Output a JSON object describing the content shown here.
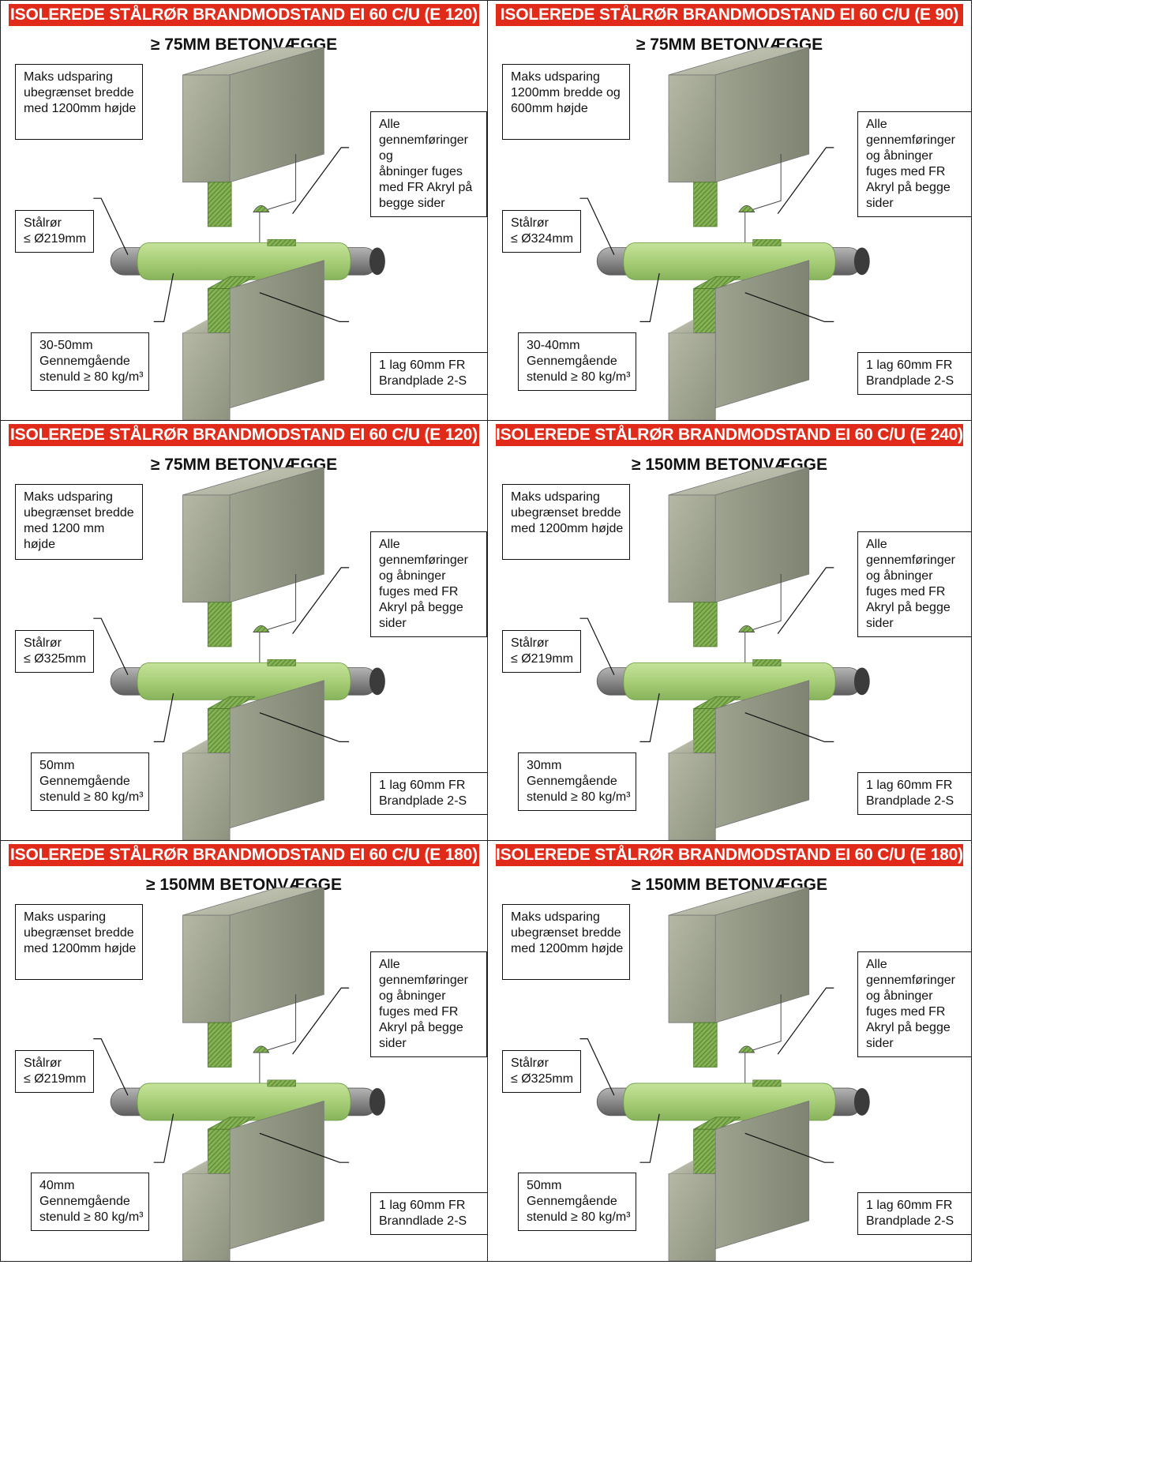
{
  "colors": {
    "banner": "#e02a1a",
    "concrete": "#a9ad98",
    "insulation": "#a9cf76",
    "firebaord": "#7aa84a",
    "pipe": "#8c8c8c"
  },
  "panels": [
    {
      "banner": "ISOLEREDE STÅLRØR BRANDMODSTAND EI 60 C/U (E 120)",
      "wall": "≥ 75MM BETONVÆGGE",
      "opening": "Maks udsparing\nubegrænset bredde\nmed 1200mm højde",
      "pipe": "Stålrør\n≤ Ø219mm",
      "insulation": "30-50mm\nGennemgående\nstenuld ≥ 80 kg/m³",
      "sealant": "Alle\ngennemføringer og\nåbninger fuges\nmed FR Akryl på\nbegge sider",
      "board": "1 lag 60mm FR\nBrandplade 2-S"
    },
    {
      "banner": "ISOLEREDE STÅLRØR BRANDMODSTAND EI 60 C/U (E 90)",
      "wall": "≥ 75MM BETONVÆGGE",
      "opening": "Maks udsparing\n1200mm bredde og\n600mm højde",
      "pipe": "Stålrør\n≤ Ø324mm",
      "insulation": "30-40mm\nGennemgående\nstenuld ≥ 80 kg/m³",
      "sealant": "Alle\ngennemføringer\nog åbninger\nfuges med FR\nAkryl på begge\nsider",
      "board": "1 lag 60mm FR\nBrandplade 2-S"
    },
    {
      "banner": "ISOLEREDE STÅLRØR BRANDMODSTAND EI 60 C/U (E 120)",
      "wall": "≥ 75MM BETONVÆGGE",
      "opening": "Maks udsparing\nubegrænset bredde\nmed 1200 mm højde",
      "pipe": "Stålrør\n≤ Ø325mm",
      "insulation": "50mm\nGennemgående\nstenuld ≥ 80 kg/m³",
      "sealant": "Alle\ngennemføringer\nog åbninger\nfuges med FR\nAkryl på begge\nsider",
      "board": "1 lag 60mm FR\nBrandplade 2-S"
    },
    {
      "banner": "ISOLEREDE STÅLRØR BRANDMODSTAND EI 60 C/U (E 240)",
      "wall": "≥ 150MM BETONVÆGGE",
      "opening": "Maks udsparing\nubegrænset bredde\nmed 1200mm højde",
      "pipe": "Stålrør\n≤ Ø219mm",
      "insulation": "30mm\nGennemgående\nstenuld ≥ 80 kg/m³",
      "sealant": "Alle\ngennemføringer\nog åbninger\nfuges med FR\nAkryl på begge\nsider",
      "board": "1 lag 60mm FR\nBrandplade 2-S"
    },
    {
      "banner": "ISOLEREDE STÅLRØR BRANDMODSTAND EI 60 C/U (E 180)",
      "wall": "≥ 150MM BETONVÆGGE",
      "opening": "Maks usparing\nubegrænset bredde\nmed 1200mm højde",
      "pipe": "Stålrør\n≤ Ø219mm",
      "insulation": "40mm\nGennemgående\nstenuld ≥ 80 kg/m³",
      "sealant": "Alle\ngennemføringer\nog åbninger\nfuges med FR\nAkryl på begge\nsider",
      "board": "1 lag 60mm FR\nBranndlade 2-S"
    },
    {
      "banner": "ISOLEREDE STÅLRØR BRANDMODSTAND EI 60 C/U (E 180)",
      "wall": "≥ 150MM BETONVÆGGE",
      "opening": "Maks udsparing\nubegrænset bredde\nmed 1200mm højde",
      "pipe": "Stålrør\n≤ Ø325mm",
      "insulation": "50mm\nGennemgående\nstenuld ≥ 80 kg/m³",
      "sealant": "Alle\ngennemføringer\nog åbninger\nfuges med FR\nAkryl på begge\nsider",
      "board": "1 lag 60mm FR\nBrandplade 2-S"
    }
  ]
}
